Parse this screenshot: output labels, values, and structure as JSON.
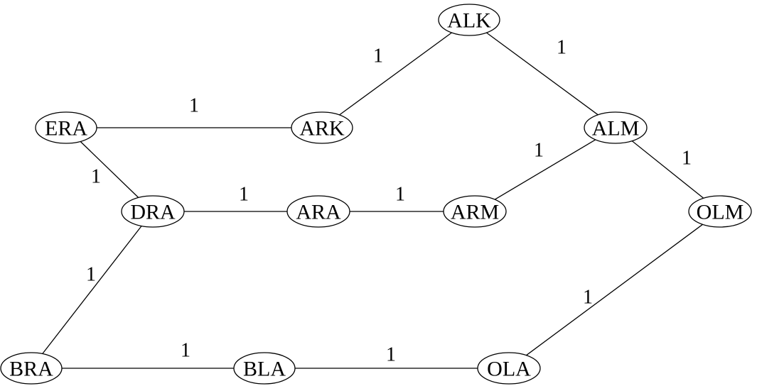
{
  "graph": {
    "nodes": [
      {
        "id": "ALK",
        "label": "ALK"
      },
      {
        "id": "ERA",
        "label": "ERA"
      },
      {
        "id": "ARK",
        "label": "ARK"
      },
      {
        "id": "ALM",
        "label": "ALM"
      },
      {
        "id": "DRA",
        "label": "DRA"
      },
      {
        "id": "ARA",
        "label": "ARA"
      },
      {
        "id": "ARM",
        "label": "ARM"
      },
      {
        "id": "OLM",
        "label": "OLM"
      },
      {
        "id": "BRA",
        "label": "BRA"
      },
      {
        "id": "BLA",
        "label": "BLA"
      },
      {
        "id": "OLA",
        "label": "OLA"
      }
    ],
    "edges": [
      {
        "from": "ARK",
        "to": "ALK",
        "weight": "1"
      },
      {
        "from": "ALK",
        "to": "ALM",
        "weight": "1"
      },
      {
        "from": "ERA",
        "to": "ARK",
        "weight": "1"
      },
      {
        "from": "ERA",
        "to": "DRA",
        "weight": "1"
      },
      {
        "from": "ARM",
        "to": "ALM",
        "weight": "1"
      },
      {
        "from": "ALM",
        "to": "OLM",
        "weight": "1"
      },
      {
        "from": "DRA",
        "to": "ARA",
        "weight": "1"
      },
      {
        "from": "ARA",
        "to": "ARM",
        "weight": "1"
      },
      {
        "from": "DRA",
        "to": "BRA",
        "weight": "1"
      },
      {
        "from": "OLA",
        "to": "OLM",
        "weight": "1"
      },
      {
        "from": "BRA",
        "to": "BLA",
        "weight": "1"
      },
      {
        "from": "BLA",
        "to": "OLA",
        "weight": "1"
      }
    ]
  }
}
